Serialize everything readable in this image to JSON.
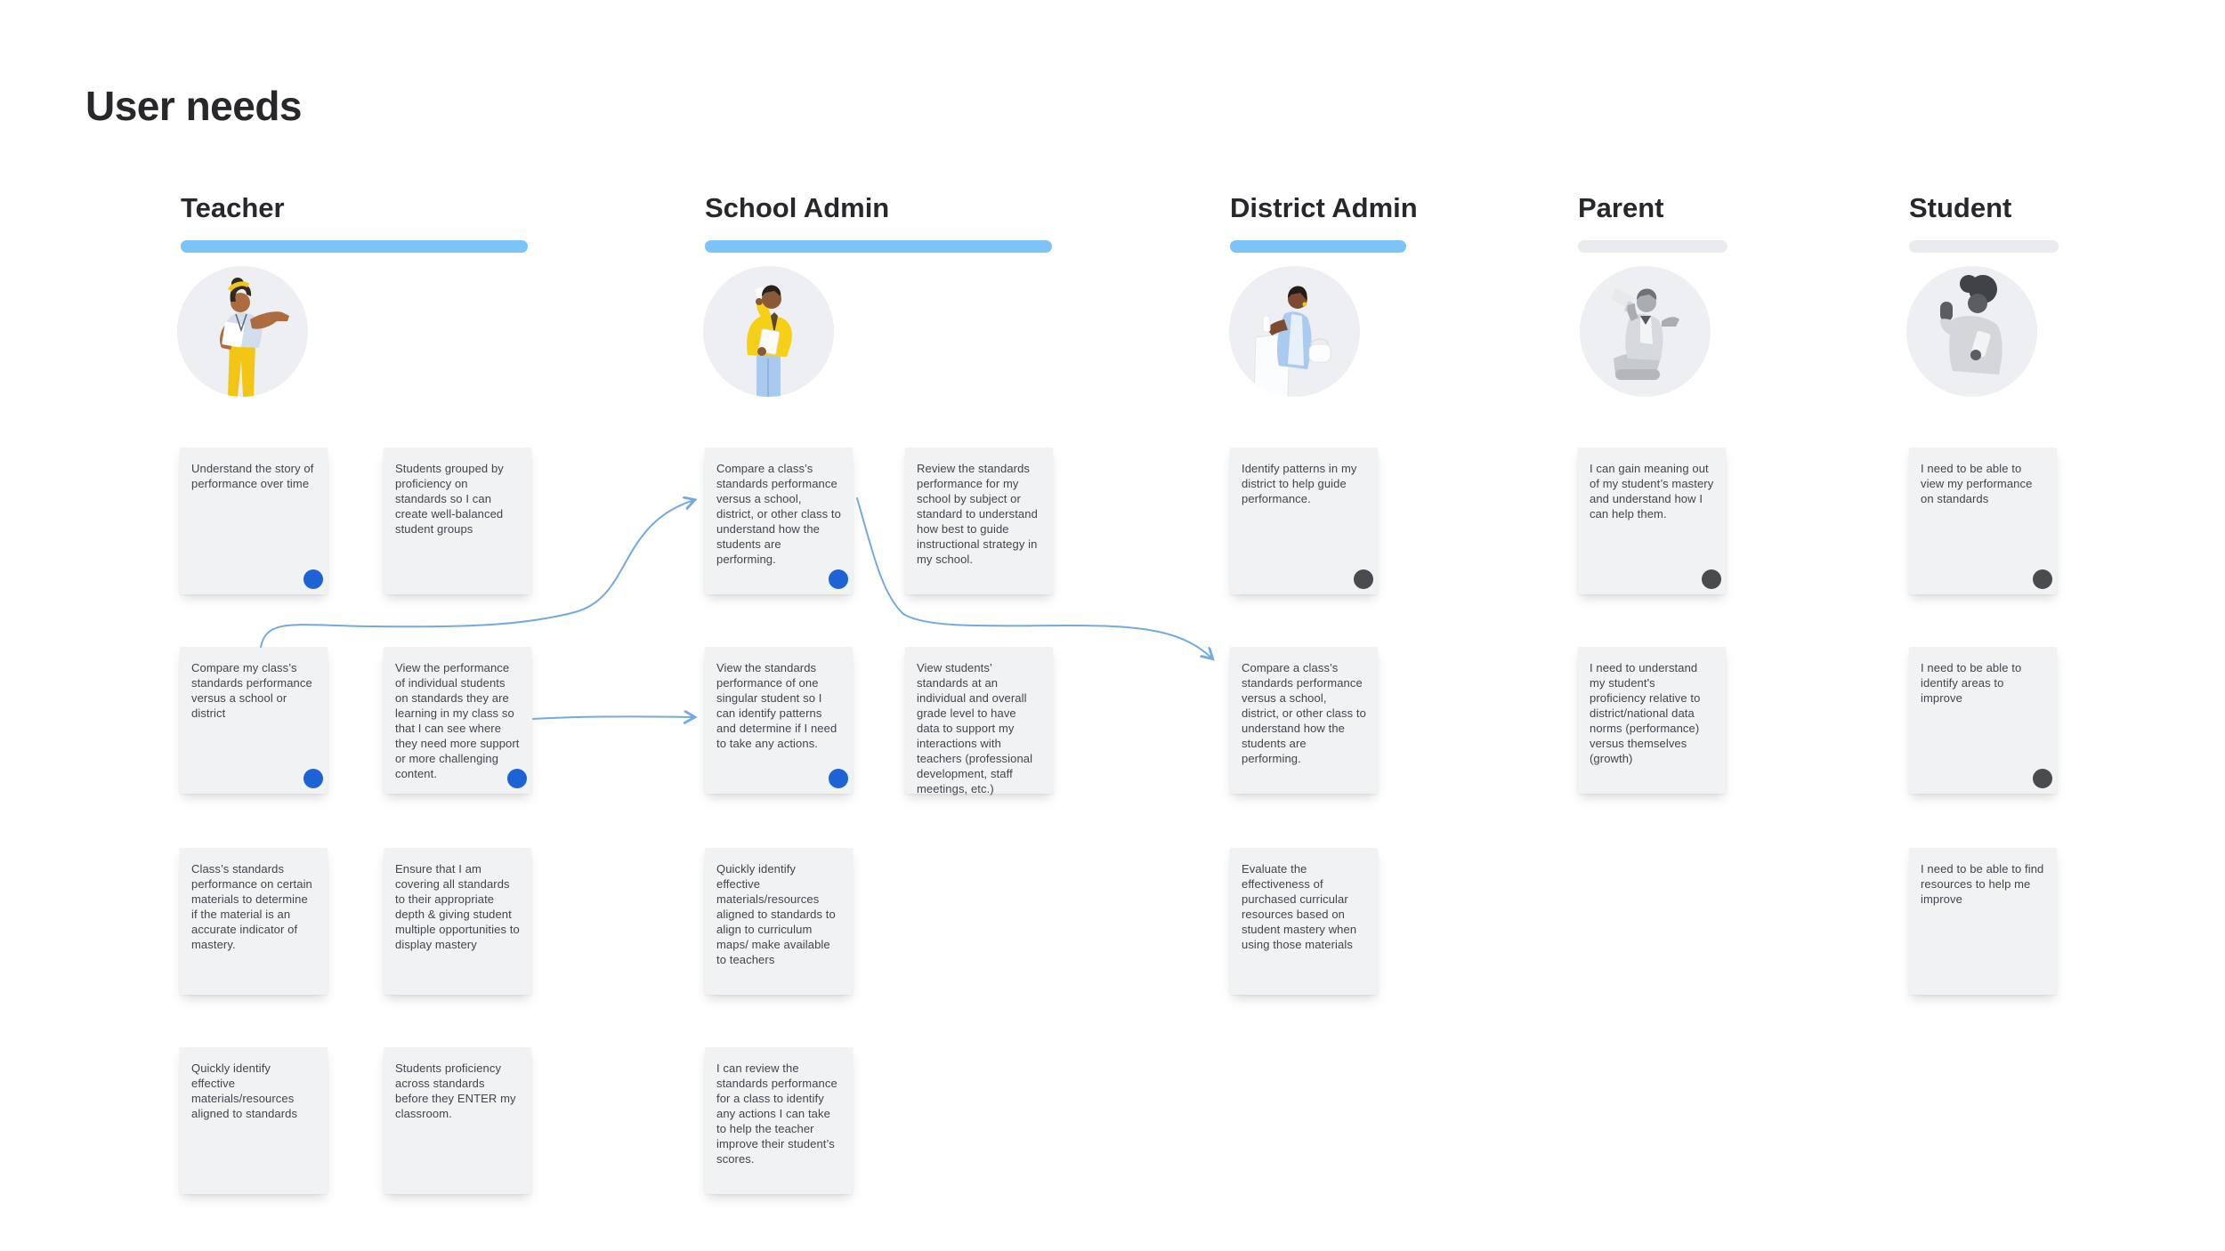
{
  "title": "User needs",
  "colors": {
    "background": "#ffffff",
    "card_background": "#f0f2f3",
    "card_text": "#3f464d",
    "heading_text": "#26282b",
    "accent_bar_active": "#7cc3f7",
    "accent_bar_inactive": "#e9ebee",
    "dot_blue": "#1e63d6",
    "dot_dark": "#494b4e",
    "connector_line": "#74aadd"
  },
  "personas": [
    {
      "name": "Teacher",
      "status": "active",
      "avatar_icon": "teacher-illustration",
      "cards": [
        {
          "text": "Understand the story of performance over time",
          "dot": "blue"
        },
        {
          "text": "Students grouped by proficiency on standards so I can create well-balanced student groups",
          "dot": "none"
        },
        {
          "text": "Compare my class’s standards performance versus a school or district",
          "dot": "blue"
        },
        {
          "text": "View the performance of individual students on standards they are learning in my class so that I can see where they need more support or more challenging content.",
          "dot": "blue"
        },
        {
          "text": "Class’s standards performance on certain materials to determine if the material is an accurate indicator of mastery.",
          "dot": "none"
        },
        {
          "text": "Ensure that I am covering all standards to their appropriate depth & giving student multiple opportunities to display mastery",
          "dot": "none"
        },
        {
          "text": "Quickly identify effective materials/resources aligned to standards",
          "dot": "none"
        },
        {
          "text": "Students proficiency across standards before they ENTER my classroom.",
          "dot": "none"
        }
      ]
    },
    {
      "name": "School Admin",
      "status": "active",
      "avatar_icon": "school-admin-illustration",
      "cards": [
        {
          "text": "Compare a class’s standards performance versus a school, district, or other class to understand how the students are performing.",
          "dot": "blue"
        },
        {
          "text": "Review the standards performance for my school by subject or standard to understand how best to guide instructional strategy in my school.",
          "dot": "none"
        },
        {
          "text": "View the standards performance of one singular student so I can identify patterns and determine if I need to take any actions.",
          "dot": "blue"
        },
        {
          "text": "View students’ standards at an individual and overall grade level to have data to support my interactions with teachers (professional development, staff meetings, etc.)",
          "dot": "none"
        },
        {
          "text": "Quickly identify effective materials/resources aligned to standards to align to curriculum maps/ make available to teachers",
          "dot": "none"
        },
        {
          "text": "I can review the standards performance for a class to identify any actions I can take to help the teacher improve their student’s scores.",
          "dot": "none"
        }
      ]
    },
    {
      "name": "District Admin",
      "status": "active",
      "avatar_icon": "district-admin-illustration",
      "cards": [
        {
          "text": "Identify patterns in my district to help guide performance.",
          "dot": "dark"
        },
        {
          "text": "Compare a class’s standards performance versus a school, district, or other class to understand how the students are performing.",
          "dot": "none"
        },
        {
          "text": "Evaluate the effectiveness of purchased curricular resources based on student mastery when using those materials",
          "dot": "none"
        }
      ]
    },
    {
      "name": "Parent",
      "status": "inactive",
      "avatar_icon": "parent-illustration",
      "cards": [
        {
          "text": "I can gain meaning out of my student’s mastery and understand how I can help them.",
          "dot": "dark"
        },
        {
          "text": "I need to understand my student's proficiency relative to district/national data norms (performance) versus themselves (growth)",
          "dot": "none"
        }
      ]
    },
    {
      "name": "Student",
      "status": "inactive",
      "avatar_icon": "student-illustration",
      "cards": [
        {
          "text": "I need to be able to view my performance on standards",
          "dot": "dark"
        },
        {
          "text": "I need to be able to identify areas to improve",
          "dot": "dark"
        },
        {
          "text": "I need to be able to find resources to help me improve",
          "dot": "none"
        }
      ]
    }
  ],
  "connectors": [
    {
      "from": "personas.0.cards.2",
      "to": "personas.1.cards.0"
    },
    {
      "from": "personas.0.cards.3",
      "to": "personas.1.cards.2"
    },
    {
      "from": "personas.1.cards.0",
      "to": "personas.2.cards.1"
    }
  ]
}
